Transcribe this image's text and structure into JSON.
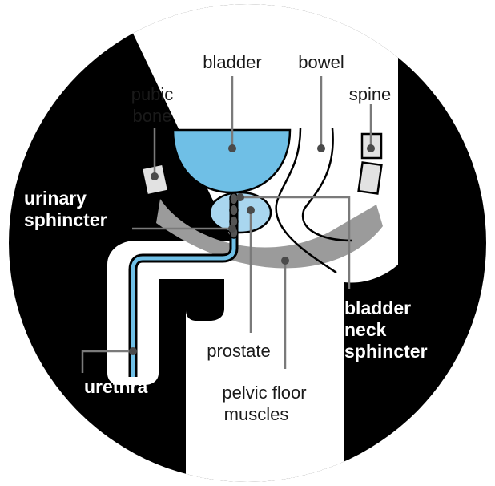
{
  "labels": {
    "bladder": "bladder",
    "bowel": "bowel",
    "pubic_bone_1": "pubic",
    "pubic_bone_2": "bone",
    "spine": "spine",
    "urinary_sphincter_1": "urinary",
    "urinary_sphincter_2": "sphincter",
    "bladder_neck_sphincter_1": "bladder",
    "bladder_neck_sphincter_2": "neck",
    "bladder_neck_sphincter_3": "sphincter",
    "prostate": "prostate",
    "pelvic_floor_1": "pelvic floor",
    "pelvic_floor_2": "muscles",
    "urethra": "urethra"
  },
  "colors": {
    "background": "#000000",
    "body": "#ffffff",
    "bladder": "#6fbfe6",
    "prostate": "#a9d6ef",
    "muscle": "#9b9b9b",
    "bone": "#e2e2e2",
    "urethra": "#6fbfe6",
    "leader": "#7a7a7a"
  }
}
